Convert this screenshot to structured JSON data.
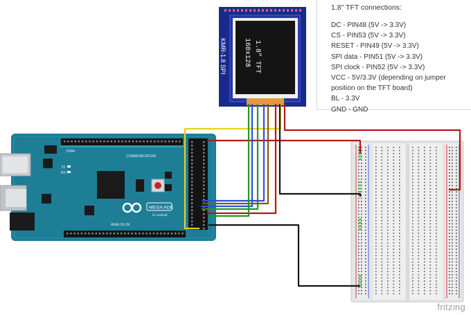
{
  "notes": {
    "title": "1.8\" TFT connections:",
    "lines": [
      "DC - PIN48 (5V -> 3.3V)",
      "CS - PIN53 (5V -> 3.3V)",
      "RESET - PIN49 (5V -> 3.3V)",
      "SPI data - PIN51 (5V -> 3.3V)",
      "SPI clock - PIN52 (5V -> 3.3V)",
      "VCC - 5V/3.3V (depending on jumper position on the TFT board)",
      "BL - 3.3V",
      "GND - GND"
    ]
  },
  "tft": {
    "side_label": "KMR-1.8 SPI",
    "screen_label_1": "1.8\" TFT",
    "screen_label_2": "160x128"
  },
  "arduino": {
    "logo_text": "MEGA ADK",
    "logo_sub": "for android",
    "analog_label": "ANALOG IN",
    "comm_label": "COMMUNICATION",
    "pwm_label": "PWM",
    "tx_label": "TX",
    "rx_label": "RX"
  },
  "colors": {
    "tft_board": "#1a2a8c",
    "arduino_board": "#1d7e96",
    "wire_red": "#b01818",
    "wire_black": "#141414",
    "wire_yellow": "#e8d418",
    "wire_green": "#1e9a22",
    "wire_blue": "#2d4fd6",
    "wire_brown": "#8a5418"
  },
  "brand": "fritzing"
}
